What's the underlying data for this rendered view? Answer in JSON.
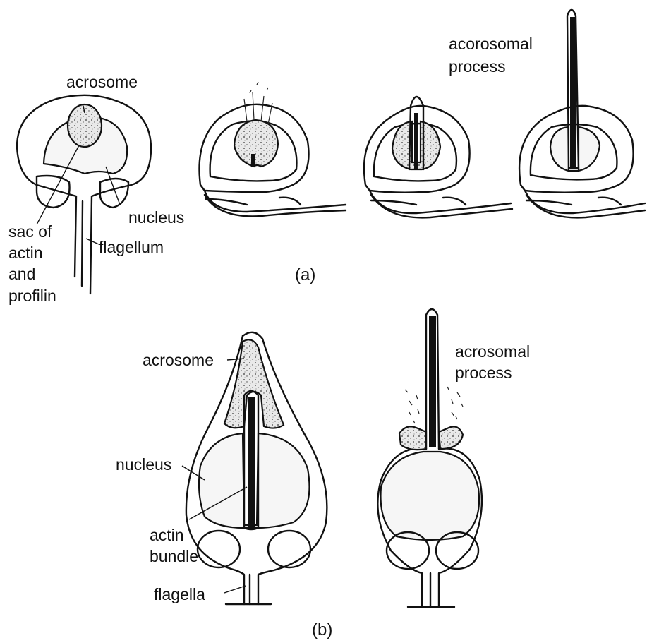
{
  "panel_a": {
    "caption": "(a)",
    "labels": {
      "acrosome": "acrosome",
      "nucleus": "nucleus",
      "sac_line1": "sac of",
      "sac_line2": "actin",
      "sac_line3": "and",
      "sac_line4": "profilin",
      "flagellum": "flagellum",
      "process_line1": "acorosomal",
      "process_line2": "process"
    }
  },
  "panel_b": {
    "caption": "(b)",
    "labels": {
      "acrosome": "acrosome",
      "nucleus": "nucleus",
      "actin_line1": "actin",
      "actin_line2": "bundle",
      "flagella": "flagella",
      "process_line1": "acrosomal",
      "process_line2": "process"
    }
  }
}
